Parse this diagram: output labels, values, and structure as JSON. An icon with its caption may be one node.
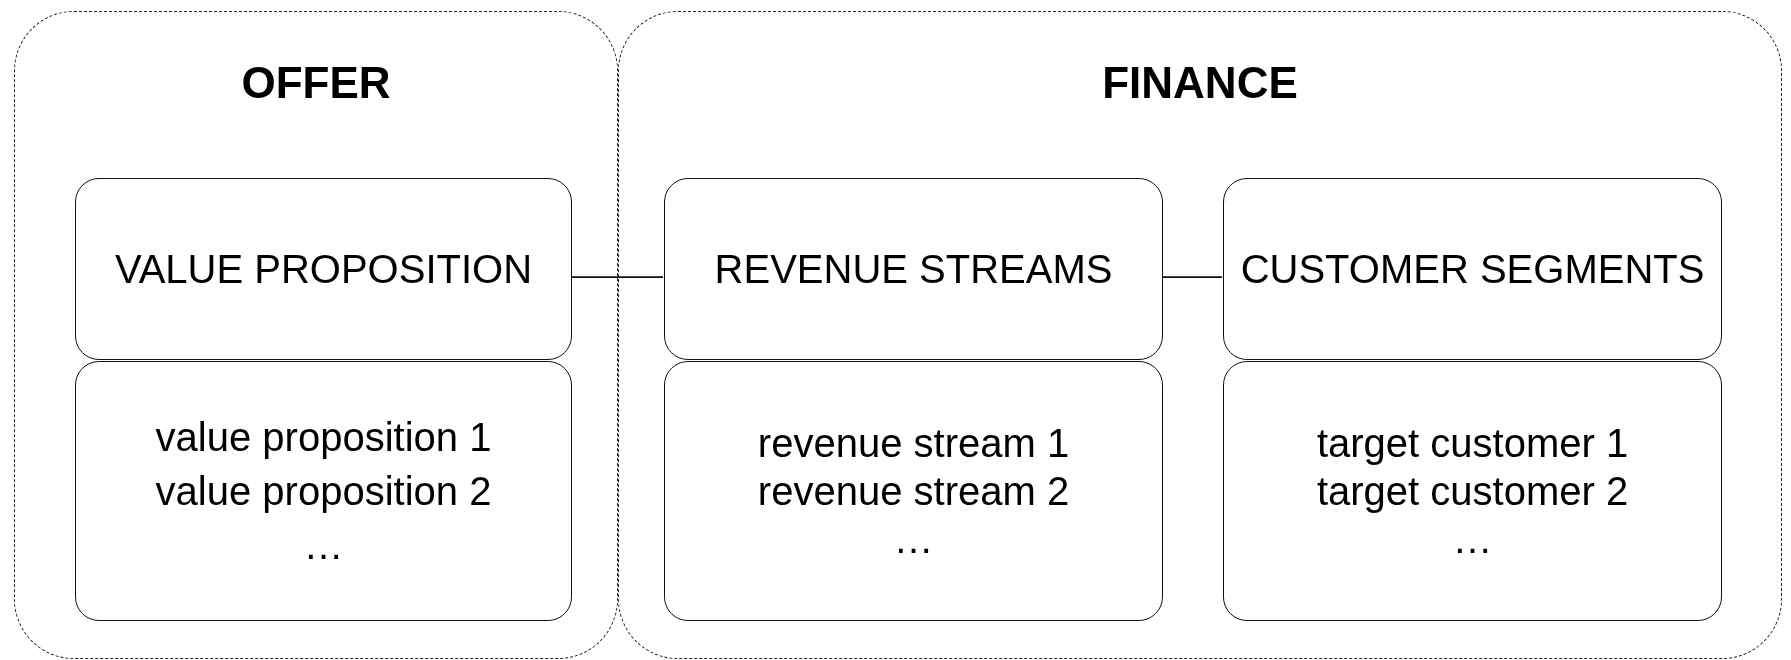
{
  "diagram": {
    "nodes": [
      {
        "text": [
          "OFFER"
        ]
      },
      {
        "text": [
          "VALUE PROPOSITION"
        ],
        "in": 0
      },
      {
        "text": [
          "value proposition 1",
          "value proposition 2",
          "…"
        ],
        "in": 0
      },
      {
        "text": [
          "FINANCE"
        ]
      },
      {
        "text": [
          "REVENUE STREAMS"
        ],
        "in": 3
      },
      {
        "text": [
          "revenue stream 1",
          "revenue stream 2",
          "…"
        ],
        "in": 3
      },
      {
        "text": [
          "CUSTOMER SEGMENTS"
        ],
        "in": 3
      },
      {
        "text": [
          "target customer 1",
          "target customer 2",
          "…"
        ],
        "in": 3
      }
    ],
    "edges": [
      {
        "from": 1,
        "to": 4,
        "arrow": "none"
      },
      {
        "from": 4,
        "to": 6,
        "arrow": "none"
      }
    ]
  }
}
